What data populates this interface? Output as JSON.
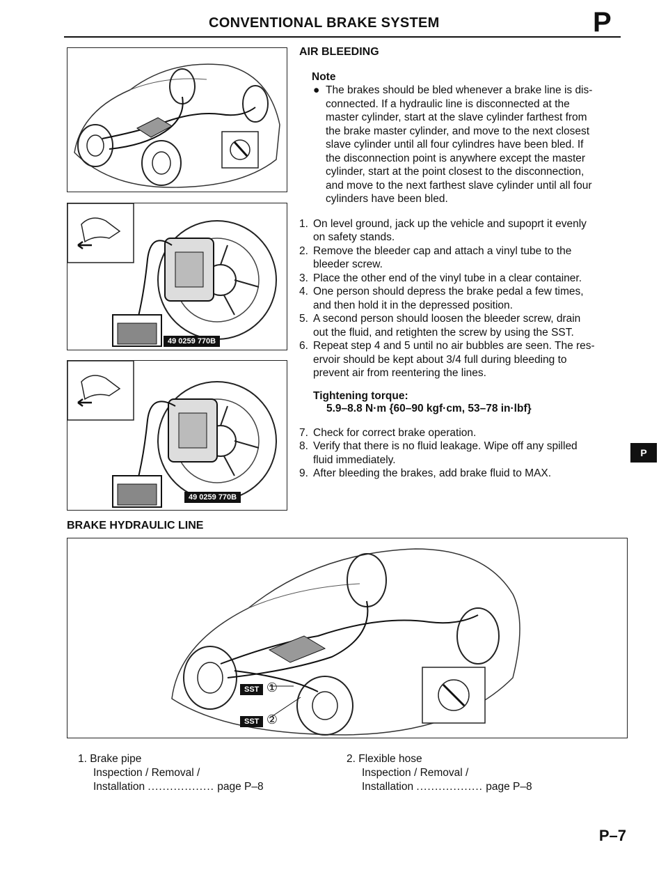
{
  "header": {
    "title": "CONVENTIONAL BRAKE SYSTEM",
    "section_letter": "P"
  },
  "air_bleeding": {
    "title": "AIR BLEEDING",
    "note_title": "Note",
    "note_lines": [
      "The brakes should be bled whenever a brake line is dis-",
      "connected. If a hydraulic line is disconnected at the",
      "master cylinder, start at the slave cylinder farthest from",
      "the brake master cylinder, and move to the next closest",
      "slave cylinder until all four cylindres have been bled. If",
      "the disconnection point is anywhere except the master",
      "cylinder, start at the point closest to the disconnection,",
      "and move to the next farthest slave cylinder until all four",
      "cylinders have been bled."
    ],
    "steps": [
      {
        "num": "1.",
        "lines": [
          "On level ground, jack up the vehicle and supoprt it evenly",
          "on safety stands."
        ]
      },
      {
        "num": "2.",
        "lines": [
          "Remove the bleeder cap and attach a vinyl tube to the",
          "bleeder screw."
        ]
      },
      {
        "num": "3.",
        "lines": [
          "Place the other end of the vinyl tube in a clear container."
        ]
      },
      {
        "num": "4.",
        "lines": [
          "One person should depress the brake pedal a few times,",
          "and then hold it in the depressed position."
        ]
      },
      {
        "num": "5.",
        "lines": [
          "A second person should loosen the bleeder screw, drain",
          "out the fluid, and retighten the screw by using the SST."
        ]
      },
      {
        "num": "6.",
        "lines": [
          "Repeat step 4 and 5 until no air bubbles are seen. The res-",
          "ervoir should be kept about 3/4 full during bleeding to",
          "prevent air from reentering the lines."
        ]
      }
    ],
    "torque_title": "Tightening torque:",
    "torque_value": "5.9–8.8 N·m {60–90 kgf·cm, 53–78 in·lbf}",
    "steps2": [
      {
        "num": "7.",
        "lines": [
          "Check for correct brake operation."
        ]
      },
      {
        "num": "8.",
        "lines": [
          "Verify that there is no fluid leakage. Wipe off any spilled",
          "fluid immediately."
        ]
      },
      {
        "num": "9.",
        "lines": [
          "After bleeding the brakes, add brake fluid to MAX."
        ]
      }
    ]
  },
  "figures": {
    "sst_code_1": "49 0259 770B",
    "sst_code_2": "49 0259 770B",
    "sst_label": "SST",
    "callout_1": "①",
    "callout_2": "②"
  },
  "side_tab": "P",
  "hydraulic_line": {
    "title": "BRAKE HYDRAULIC LINE",
    "captions": [
      {
        "num": "1.",
        "name": "Brake pipe",
        "line2": "Inspection / Removal /",
        "line3": "Installation",
        "dots": "..................",
        "page": "page P–8"
      },
      {
        "num": "2.",
        "name": "Flexible hose",
        "line2": "Inspection / Removal /",
        "line3": "Installation",
        "dots": "..................",
        "page": "page P–8"
      }
    ]
  },
  "page_number": "P–7"
}
